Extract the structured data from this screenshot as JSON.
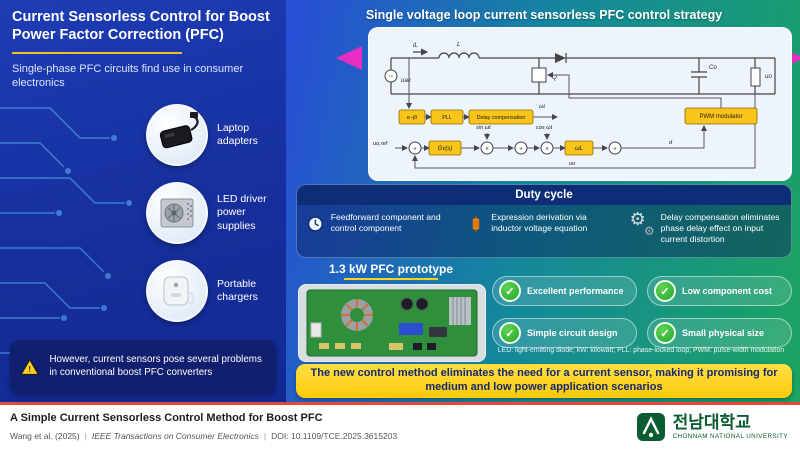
{
  "left_panel": {
    "title": "Current Sensorless Control for Boost Power Factor Correction (PFC)",
    "subtitle": "Single-phase PFC circuits find use in consumer electronics",
    "use_cases": [
      {
        "icon": "laptop-adapter",
        "label": "Laptop adapters"
      },
      {
        "icon": "led-driver-psu",
        "label": "LED driver power supplies"
      },
      {
        "icon": "portable-charger",
        "label": "Portable chargers"
      }
    ],
    "warning": "However, current sensors pose several problems in conventional boost PFC converters"
  },
  "control_strategy": {
    "title": "Single voltage loop current sensorless PFC control strategy",
    "diagram_labels": {
      "uac": "uac",
      "iL": "iL",
      "L": "L",
      "Q": "Q",
      "Co": "Co",
      "uo": "uo",
      "uo_ref": "uo,ref",
      "exp_block": "e−jθ",
      "pll": "PLL",
      "delay": "Delay compensation",
      "pwm": "PWM modulator",
      "gv": "Gv(s)",
      "wl": "ωL",
      "wt": "ωt",
      "sin": "sin ωt",
      "cos": "cos ωt",
      "d": "d"
    }
  },
  "duty_cycle": {
    "header": "Duty cycle",
    "points": [
      {
        "icon": "clock",
        "text": "Feedforward component and control component"
      },
      {
        "icon": "inductor",
        "text": "Expression derivation via inductor voltage equation"
      },
      {
        "icon": "gears",
        "text": "Delay compensation eliminates phase delay effect on input current distortion"
      }
    ]
  },
  "prototype": {
    "title": "1.3 kW PFC prototype",
    "benefits": [
      {
        "label": "Excellent performance"
      },
      {
        "label": "Low component cost"
      },
      {
        "label": "Simple circuit design"
      },
      {
        "label": "Small physical size"
      }
    ],
    "abbreviations": "LED: light-emitting diode; kW: kilowatt; PLL: phase-locked loop; PWM: pulse-width modulation",
    "check_mark": "✓"
  },
  "banner": "The new control method eliminates the need for a current sensor, making it promising for medium and low power application scenarios",
  "footer": {
    "paper_title": "A Simple Current Sensorless Control Method for Boost PFC",
    "authors": "Wang et al. (2025)",
    "journal": "IEEE Transactions on Consumer Electronics",
    "doi": "DOI: 10.1109/TCE.2025.3615203",
    "separator": "|",
    "university_korean": "전남대학교",
    "university_english": "CHONNAM NATIONAL UNIVERSITY"
  },
  "icons": {
    "gear": "⚙",
    "warning_mark": "!"
  },
  "colors": {
    "accent_yellow": "#FFD21F",
    "magenta_arrow": "#E62FC0",
    "check_green": "#2AA42E",
    "navy_header": "#0E2D77",
    "footer_accent_red": "#E2493B",
    "university_green": "#0C5C31"
  }
}
